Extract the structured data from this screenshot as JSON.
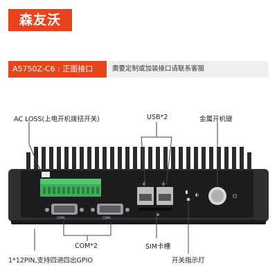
{
  "brand": {
    "logo_text": "森友沃",
    "accent_color": "#e8431b"
  },
  "model_bar": {
    "model": "A5750Z-C6 : 正面接口",
    "note": "需要定制或加装接口请联系客服"
  },
  "callouts": {
    "ac_loss": "AC LOSS(上电开机拨扭开关)",
    "usb": "USB*2",
    "power_key": "金属开机键",
    "com": "COM*2",
    "sim": "SIM卡槽",
    "gpio": "1*12PIN,支持四进四出GPIO",
    "indicator": "开关指示灯"
  },
  "device_markings": {
    "com1": "COM1",
    "com2": "COM2"
  },
  "icons": [
    "usb-icon",
    "power-icon",
    "sim-icon",
    "led-indicator-icon"
  ]
}
